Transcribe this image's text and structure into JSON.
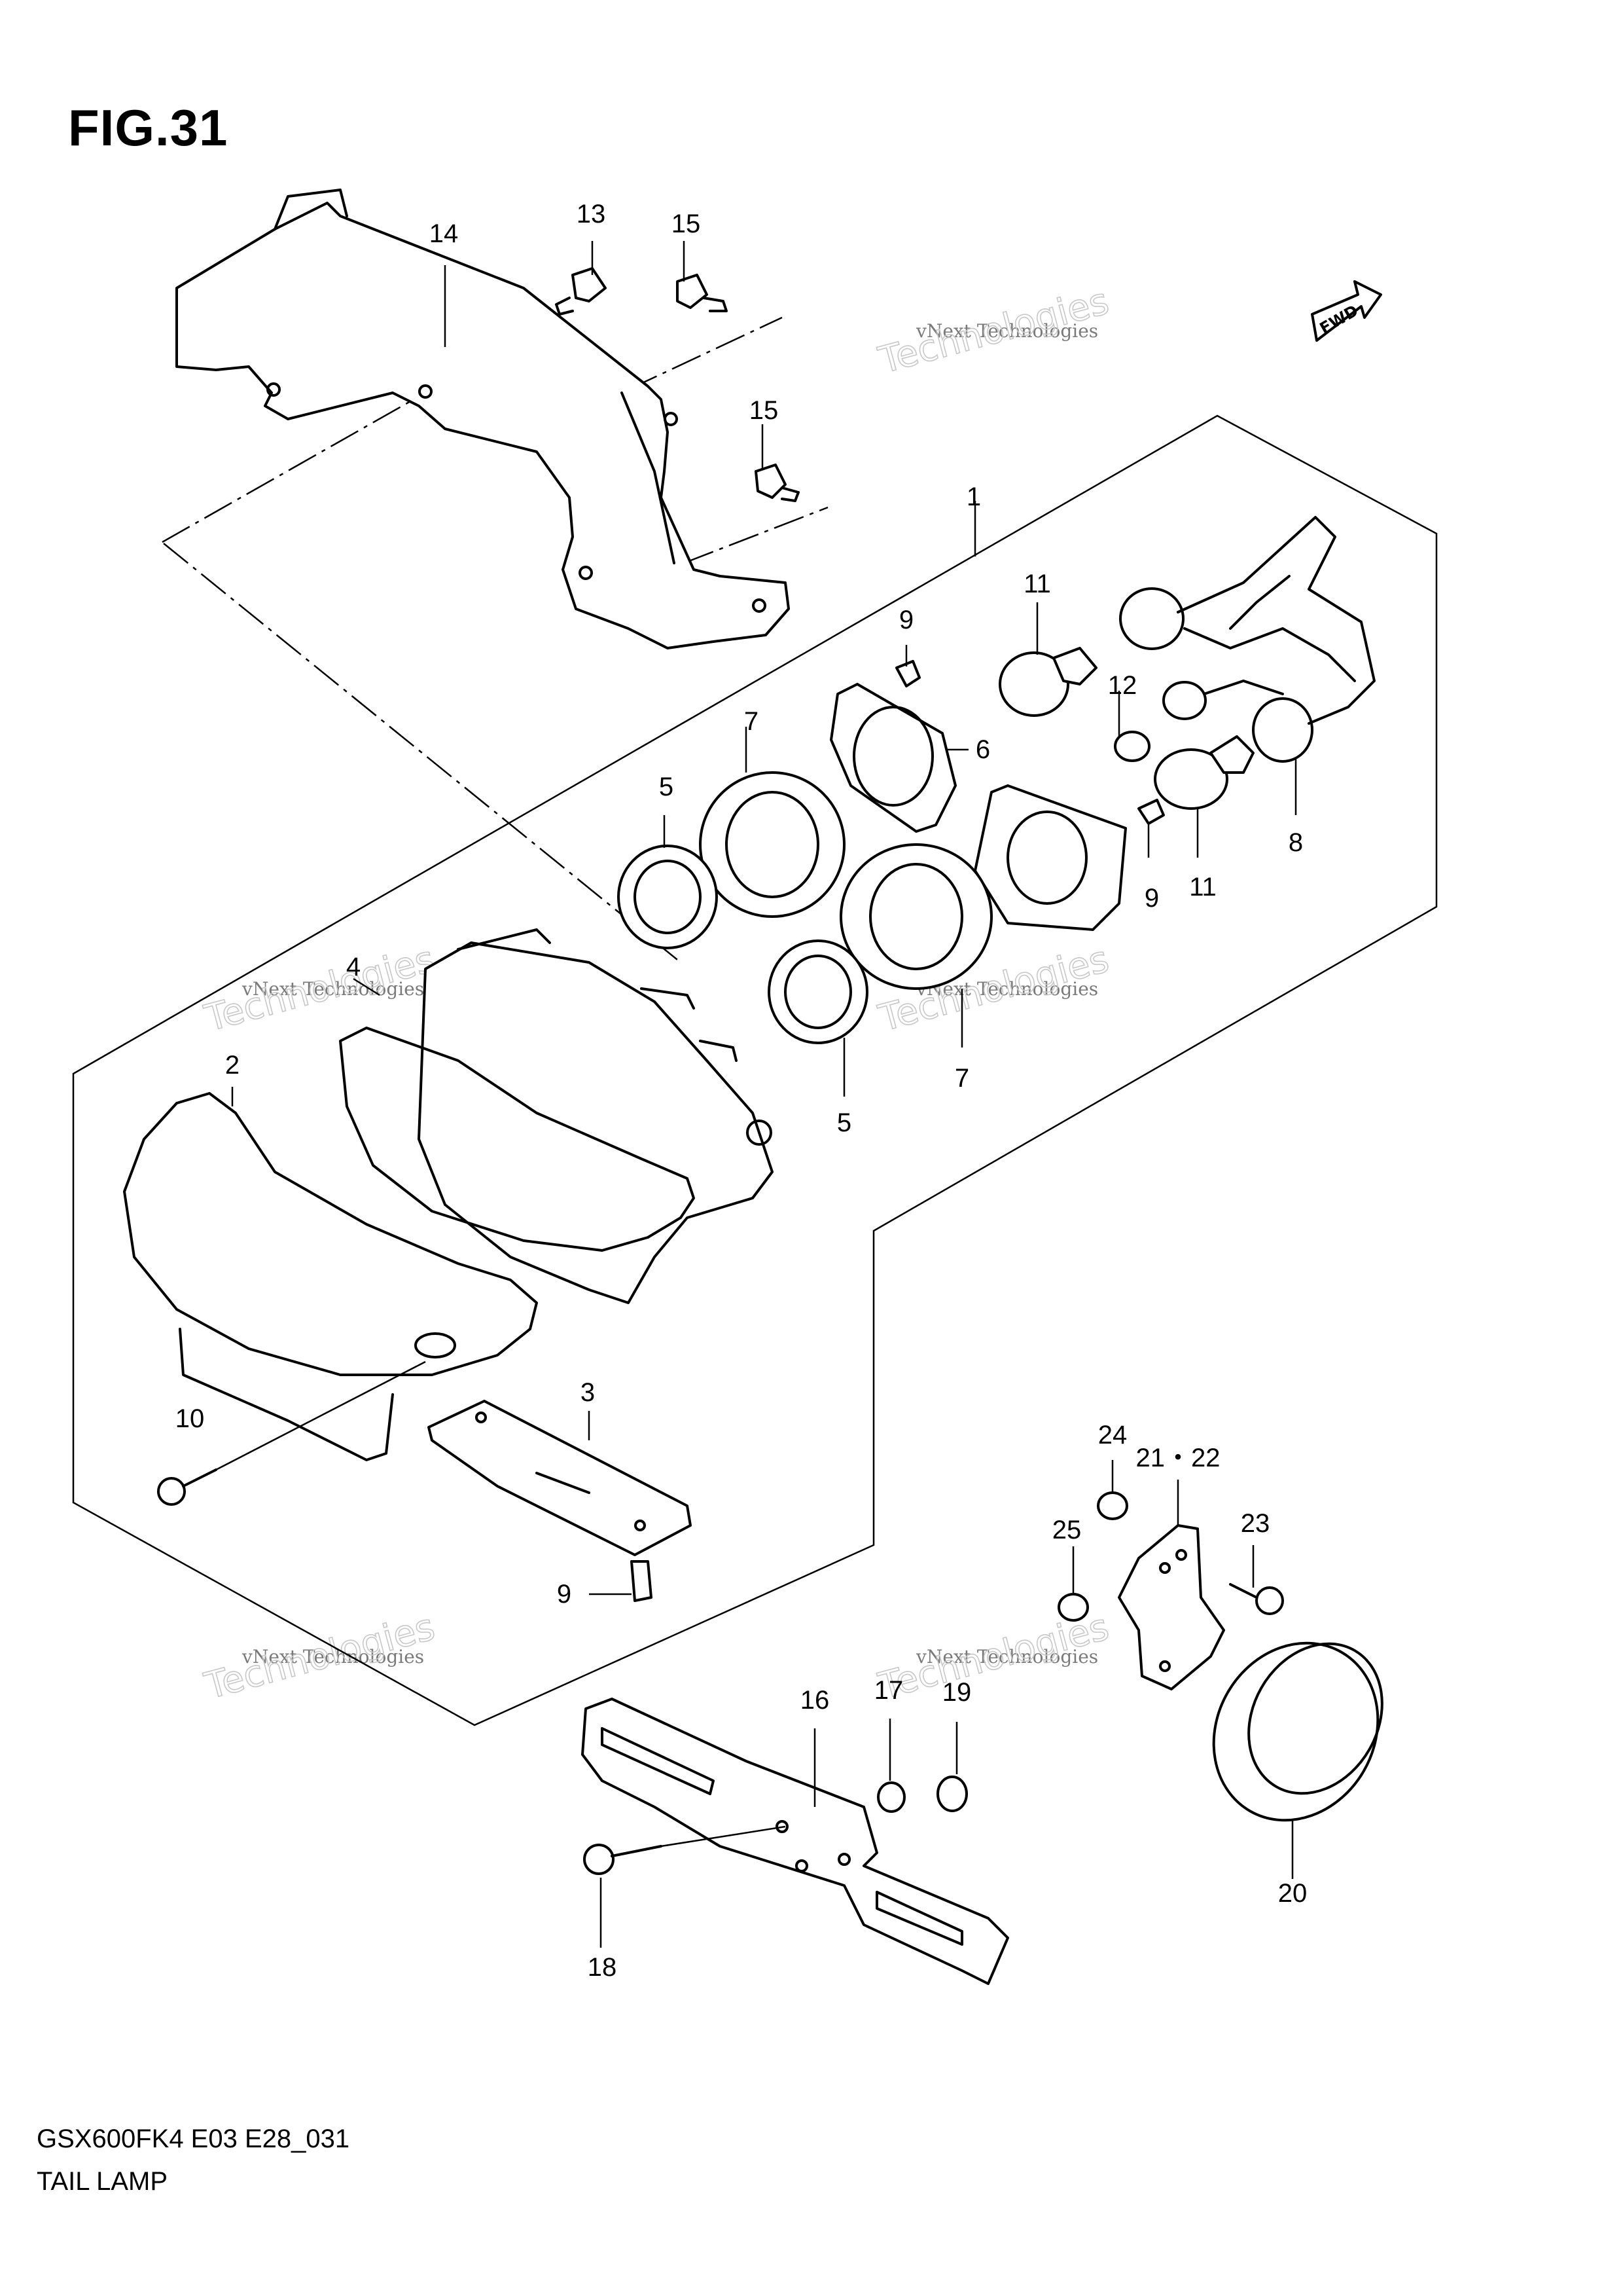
{
  "figure": {
    "title": "FIG.31",
    "code": "GSX600FK4 E03 E28_031",
    "caption": "TAIL LAMP"
  },
  "fwd_badge": "FWD",
  "watermark": {
    "line1": "vNext Technologies",
    "line2": "Technologies"
  },
  "callouts": {
    "p1": "1",
    "p2": "2",
    "p3": "3",
    "p4": "4",
    "p5a": "5",
    "p5b": "5",
    "p6": "6",
    "p7a": "7",
    "p7b": "7",
    "p8": "8",
    "p9a": "9",
    "p9b": "9",
    "p9c": "9",
    "p10": "10",
    "p11a": "11",
    "p11b": "11",
    "p12": "12",
    "p13": "13",
    "p14": "14",
    "p15a": "15",
    "p15b": "15",
    "p16": "16",
    "p17": "17",
    "p18": "18",
    "p19": "19",
    "p20": "20",
    "p21_22": "21・22",
    "p23": "23",
    "p24": "24",
    "p25": "25"
  }
}
